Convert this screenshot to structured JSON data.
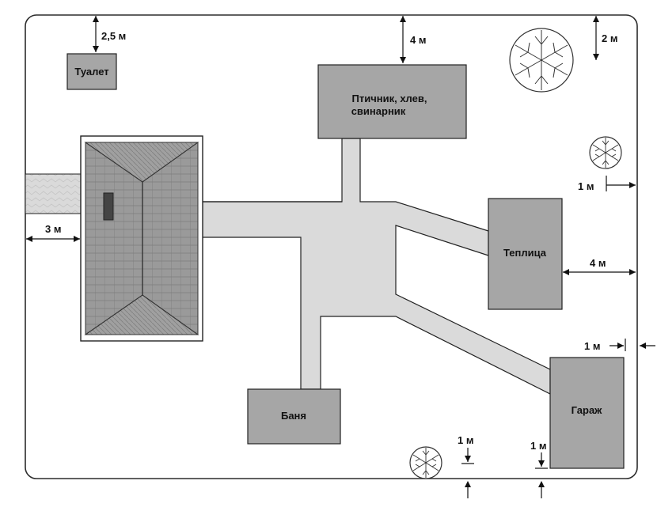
{
  "colors": {
    "building": "#a6a6a6",
    "path": "#dadada",
    "plot_outline": "#2b2b2b",
    "roof": "#8e8e8e"
  },
  "buildings": {
    "toilet": "Туалет",
    "poultry_line1": "Птичник, хлев,",
    "poultry_line2": "свинарник",
    "greenhouse": "Теплица",
    "bathhouse": "Баня",
    "garage": "Гараж"
  },
  "dimensions": {
    "toilet_top": "2,5 м",
    "poultry_top": "4 м",
    "tree_top": "2 м",
    "tree_right": "1 м",
    "house_left": "3 м",
    "greenhouse_right": "4 м",
    "garage_right": "1 м",
    "tree_bottom": "1 м",
    "garage_bottom": "1 м"
  },
  "icons": [
    "tree-icon",
    "house-roof"
  ]
}
